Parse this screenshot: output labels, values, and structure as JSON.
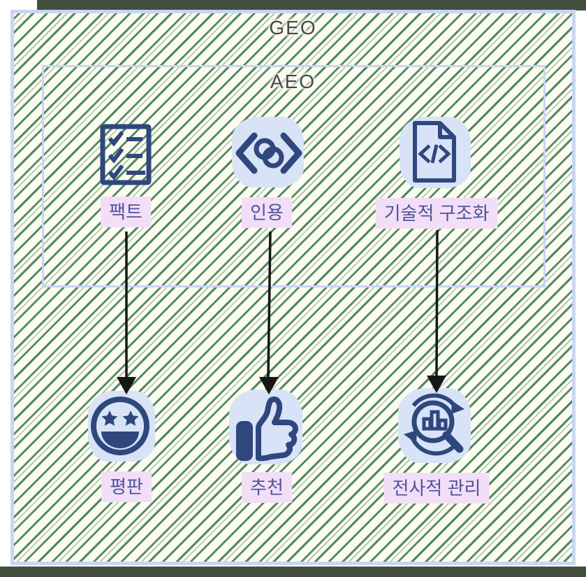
{
  "diagram": {
    "outer_box": {
      "label": "GEO"
    },
    "inner_box": {
      "label": "AEO"
    },
    "top_nodes": [
      {
        "id": "fact",
        "icon": "checklist-icon",
        "label": "팩트"
      },
      {
        "id": "citation",
        "icon": "code-link-icon",
        "label": "인용"
      },
      {
        "id": "technical-structuring",
        "icon": "code-document-icon",
        "label": "기술적 구조화"
      }
    ],
    "bottom_nodes": [
      {
        "id": "reputation",
        "icon": "star-struck-face-icon",
        "label": "평판"
      },
      {
        "id": "recommendation",
        "icon": "thumbs-up-icon",
        "label": "추천"
      },
      {
        "id": "enterprise-management",
        "icon": "analytics-magnifier-icon",
        "label": "전사적 관리"
      }
    ],
    "connections": [
      {
        "from": "팩트",
        "to": "평판"
      },
      {
        "from": "인용",
        "to": "추천"
      },
      {
        "from": "기술적 구조화",
        "to": "전사적 관리"
      }
    ],
    "colors": {
      "hatch_green": "#3e7a53",
      "background_cream": "#fcfbef",
      "border_periwinkle": "#c8d6f2",
      "icon_navy": "#2f477c",
      "icon_bg_blue": "#d8e3f8",
      "label_bg_pink": "#f3def8",
      "label_text_indigo": "#4d549c",
      "title_gray": "#46464e",
      "frame_dark_green": "#44503f",
      "arrow_black": "#161616"
    }
  }
}
